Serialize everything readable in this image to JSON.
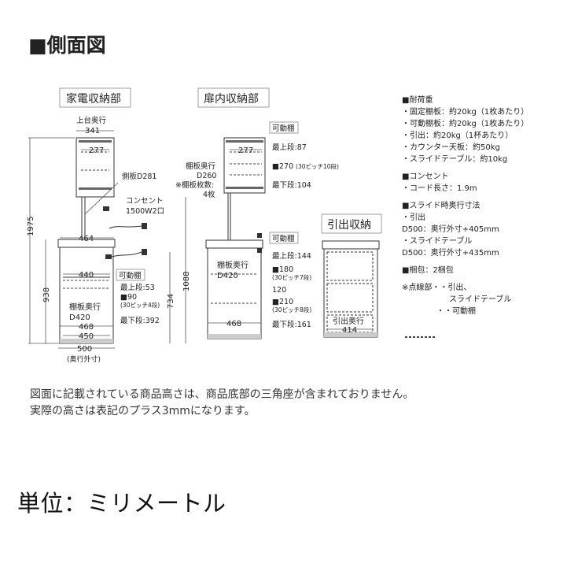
{
  "title": "■側面図",
  "sections": {
    "appliance": "家電収納部",
    "door": "扉内収納部",
    "drawer": "引出収納"
  },
  "appliance": {
    "top_depth_label": "上台奥行",
    "top_depth": "341",
    "inner_top": "277",
    "side_plate": "側板D281",
    "outlet": "コンセント",
    "outlet_spec": "1500W2口",
    "mid": "464",
    "inner_440": "440",
    "movable": "可動棚",
    "shelf_depth_label": "棚板奥行",
    "shelf_depth": "D420",
    "w468": "468",
    "w450": "450",
    "w500": "500",
    "outer_note": "(奥行外寸)",
    "h1975": "1975",
    "h938": "938",
    "h1088": "1088",
    "h734": "734",
    "top_step": "最上段:53",
    "pitch": "■90",
    "pitch_note": "(30ピッチ4段)",
    "bottom_step": "最下段:392"
  },
  "door": {
    "movable_upper": "可動棚",
    "inner_277": "277",
    "top_step": "最上段:87",
    "pitch": "■270",
    "pitch_note": "(30ピッチ10段)",
    "bottom_step": "最下段:104",
    "shelf_depth_label": "棚板奥行",
    "shelf_depth": "D260",
    "count_label": "※棚板枚数:",
    "count": "4枚",
    "movable_lower": "可動棚",
    "lower_top": "最上段:144",
    "lower_pitch": "■180",
    "lower_pitch_note": "(30ピッチ7段)",
    "mid_120": "120",
    "lower_pitch2": "■210",
    "lower_pitch2_note": "(30ピッチ8段)",
    "lower_bottom": "最下段:161",
    "lower_depth_label": "棚板奥行",
    "lower_depth": "D420",
    "w468": "468"
  },
  "drawer": {
    "label": "引出奥行",
    "value": "414"
  },
  "spec": {
    "load_title": "■耐荷重",
    "load": [
      "・固定棚板：約20kg（1枚あたり）",
      "・可動棚板：約20kg（1枚あたり）",
      "・引出：約20kg（1杯あたり）",
      "・カウンター天板：約50kg",
      "・スライドテーブル：約10kg"
    ],
    "outlet_title": "■コンセント",
    "outlet": [
      "・コード長さ：1.9m"
    ],
    "slide_title": "■スライド時奥行寸法",
    "slide": [
      "・引出",
      "D500：奥行外寸+405mm",
      "・スライドテーブル",
      "D500：奥行外寸+435mm"
    ],
    "pack": "■梱包：2梱包",
    "dotted_note": "※点線部・・引出、",
    "dotted_note2": "スライドテーブル",
    "dashed_note": "・・可動棚"
  },
  "note_lines": [
    "図面に記載されている商品高さは、商品底部の三角座が含まれておりません。",
    "実際の高さは表記のプラス3mmになります。"
  ],
  "unit": "単位：ミリメートル"
}
